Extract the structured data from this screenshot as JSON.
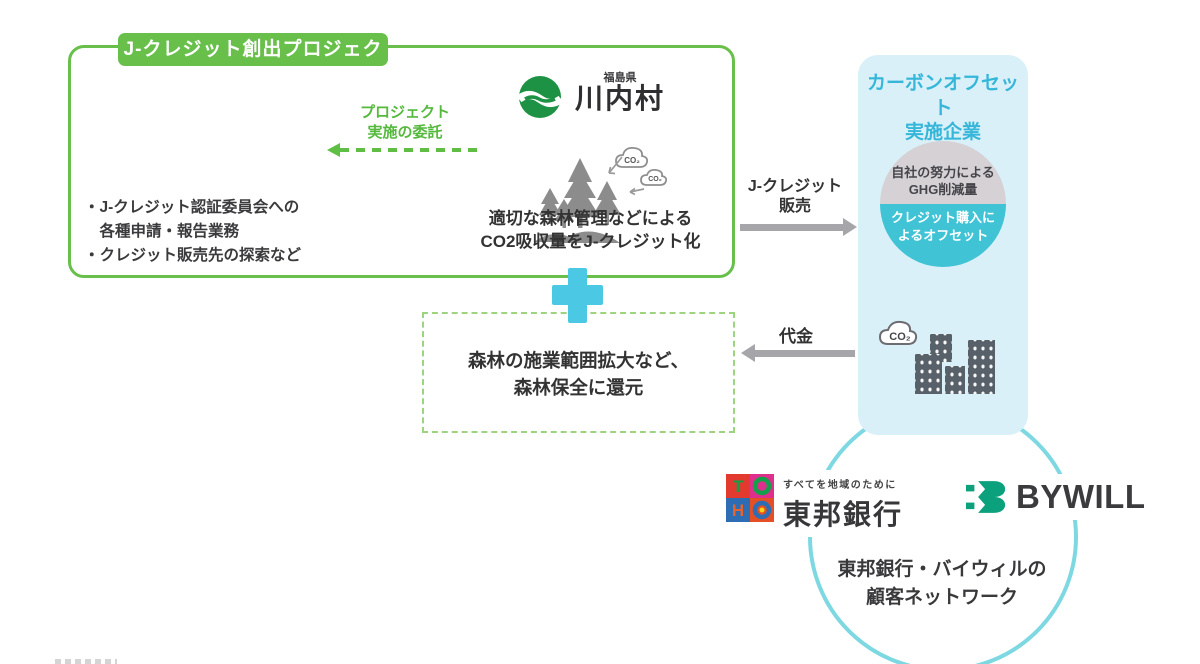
{
  "project_box": {
    "title": "J-クレジット創出プロジェクト",
    "delegation": [
      "プロジェクト",
      "実施の委託"
    ],
    "tasks": [
      "・J-クレジット認証委員会への",
      "　各種申請・報告業務",
      "・クレジット販売先の探索など"
    ],
    "village": {
      "prefecture": "福島県",
      "name": "川内村"
    },
    "forest_caption": [
      "適切な森林管理などによる",
      "CO2吸収量をJ-クレジット化"
    ],
    "co2": "CO₂"
  },
  "brand": {
    "bywill": "BYWILL"
  },
  "sale_arrow": {
    "label": [
      "J-クレジット",
      "販売"
    ]
  },
  "payment_arrow": {
    "label": "代金"
  },
  "offset_box": {
    "title": [
      "カーボンオフセット",
      "実施企業"
    ],
    "circle_top": [
      "自社の努力による",
      "GHG削減量"
    ],
    "circle_bottom": [
      "クレジット購入に",
      "よるオフセット"
    ],
    "co2": "CO₂"
  },
  "return_box": {
    "text": [
      "森林の施業範囲拡大など、",
      "森林保全に還元"
    ]
  },
  "network": {
    "toho_tagline": "すべてを地域のために",
    "toho_name": "東邦銀行",
    "toho_letters": [
      "T",
      "O",
      "H",
      "O"
    ],
    "caption": [
      "東邦銀行・バイウィルの",
      "顧客ネットワーク"
    ]
  },
  "colors": {
    "green": "#68c04b",
    "light_green_dash": "#9ed47f",
    "cyan_heading": "#36b6d8",
    "offset_bg": "#d9f0f8",
    "teal_half": "#3fc3d5",
    "gray_half": "#d5d1d5",
    "plus": "#4bc8e3",
    "circle_border": "#7ed8e2",
    "bywill_mark": "#0aa17c",
    "arrow_gray": "#a6a6aa"
  }
}
